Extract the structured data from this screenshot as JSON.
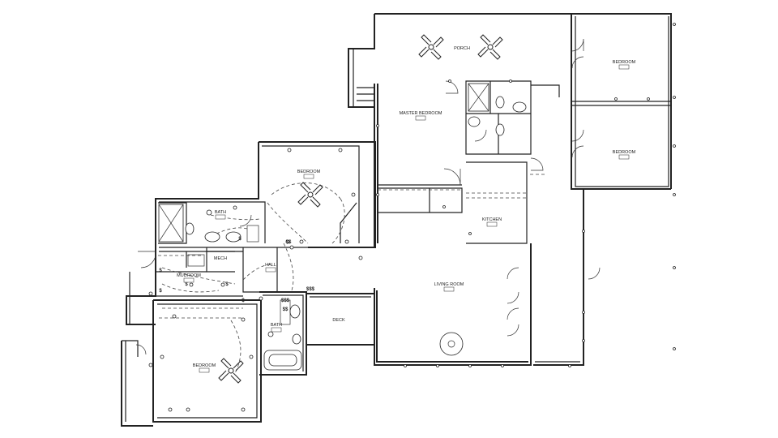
{
  "rooms": {
    "porch": "PORCH",
    "master_bedroom": "MASTER BEDROOM",
    "bedroom_ne": "BEDROOM",
    "bedroom_e": "BEDROOM",
    "bedroom_mid": "BEDROOM",
    "bath_upper": "BATH",
    "mech": "MECH",
    "mudroom": "MUDROOM",
    "hall": "HALL",
    "kitchen": "KITCHEN",
    "living_room": "LIVING ROOM",
    "bath_lower": "BATH",
    "deck": "DECK",
    "bedroom_sw": "BEDROOM"
  },
  "symbols": {
    "switch_triple": "$$$",
    "switch_double": "$$",
    "switch_single": "$"
  }
}
